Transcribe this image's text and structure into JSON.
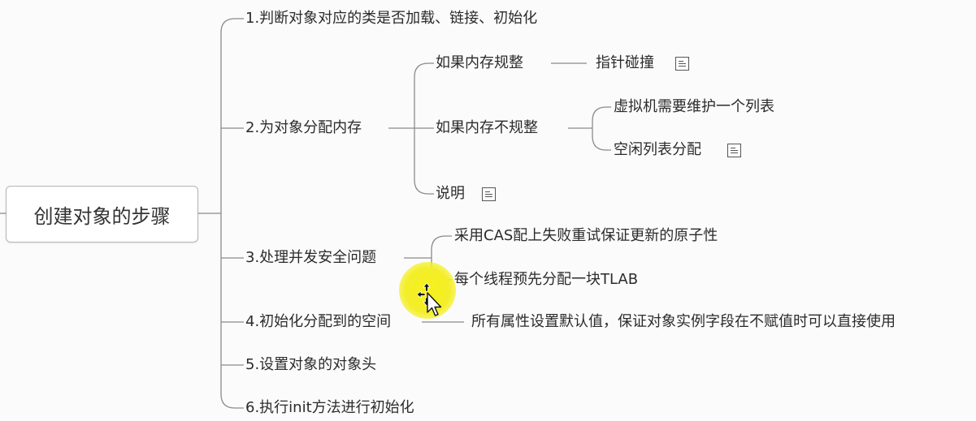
{
  "root": {
    "label": "创建对象的步骤"
  },
  "steps": [
    {
      "label": "1.判断对象对应的类是否加载、链接、初始化"
    },
    {
      "label": "2.为对象分配内存"
    },
    {
      "label": "3.处理并发安全问题"
    },
    {
      "label": "4.初始化分配到的空间"
    },
    {
      "label": "5.设置对象的对象头"
    },
    {
      "label": "6.执行init方法进行初始化"
    }
  ],
  "memory": {
    "regular": {
      "label": "如果内存规整",
      "child": "指针碰撞"
    },
    "irregular": {
      "label": "如果内存不规整",
      "children": [
        "虚拟机需要维护一个列表",
        "空闲列表分配"
      ]
    },
    "note": {
      "label": "说明"
    }
  },
  "concurrency": {
    "children": [
      "采用CAS配上失败重试保证更新的原子性",
      "每个线程预先分配一块TLAB"
    ]
  },
  "init_space": {
    "child": "所有属性设置默认值，保证对象实例字段在不赋值时可以直接使用"
  },
  "icons": {
    "note": "note-icon",
    "cursor": "move-cursor-icon"
  },
  "colors": {
    "line": "#8a8a8a",
    "text": "#2b2b2b",
    "highlight": "#f6f11a"
  }
}
